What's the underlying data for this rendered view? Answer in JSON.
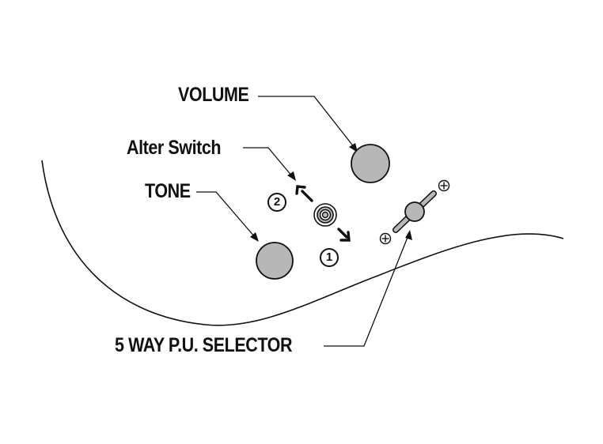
{
  "labels": {
    "volume": "VOLUME",
    "alter_switch": "Alter Switch",
    "tone": "TONE",
    "selector": "5 WAY P.U. SELECTOR"
  },
  "positions": {
    "one": "1",
    "two": "2"
  },
  "colors": {
    "knob_fill": "#b7b7b7",
    "line": "#111111",
    "background": "#ffffff"
  }
}
